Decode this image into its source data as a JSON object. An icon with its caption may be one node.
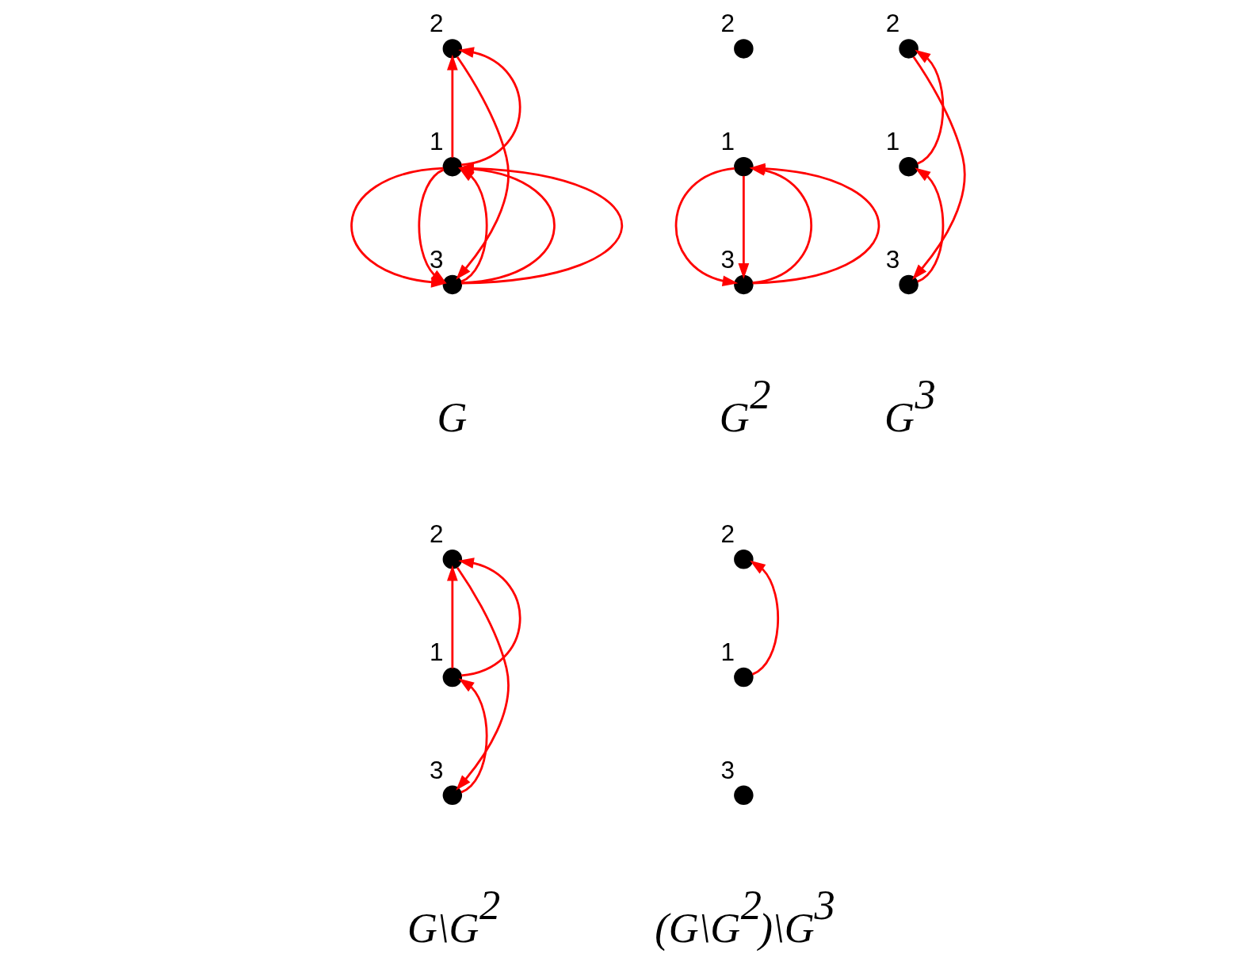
{
  "diagram": {
    "nodes": [
      {
        "text": [],
        "shape": "circle",
        "beside": [
          "2"
        ]
      },
      {
        "text": [],
        "shape": "circle",
        "beside": [
          "1"
        ]
      },
      {
        "text": [],
        "shape": "circle",
        "beside": [
          "3"
        ]
      },
      {
        "text": [],
        "shape": "circle",
        "beside": [
          "2"
        ]
      },
      {
        "text": [],
        "shape": "circle",
        "beside": [
          "1"
        ]
      },
      {
        "text": [],
        "shape": "circle",
        "beside": [
          "3"
        ]
      },
      {
        "text": [],
        "shape": "circle",
        "beside": [
          "2"
        ]
      },
      {
        "text": [],
        "shape": "circle",
        "beside": [
          "1"
        ]
      },
      {
        "text": [],
        "shape": "circle",
        "beside": [
          "3"
        ]
      },
      {
        "text": [],
        "shape": "circle",
        "beside": [
          "2"
        ]
      },
      {
        "text": [],
        "shape": "circle",
        "beside": [
          "1"
        ]
      },
      {
        "text": [],
        "shape": "circle",
        "beside": [
          "3"
        ]
      },
      {
        "text": [],
        "shape": "circle",
        "beside": [
          "2"
        ]
      },
      {
        "text": [],
        "shape": "circle",
        "beside": [
          "1"
        ]
      },
      {
        "text": [],
        "shape": "circle",
        "beside": [
          "3"
        ]
      }
    ],
    "edges": [
      {
        "from": 0,
        "to": 2,
        "arrow": "to"
      },
      {
        "from": 1,
        "to": 0,
        "arrow": "to"
      },
      {
        "from": 1,
        "to": 0,
        "arrow": "to"
      },
      {
        "from": 1,
        "to": 2,
        "arrow": "to"
      },
      {
        "from": 1,
        "to": 2,
        "arrow": "to"
      },
      {
        "from": 2,
        "to": 1,
        "arrow": "to"
      },
      {
        "from": 2,
        "to": 1,
        "arrow": "to"
      },
      {
        "from": 2,
        "to": 1,
        "arrow": "to"
      },
      {
        "from": 4,
        "to": 5,
        "arrow": "to"
      },
      {
        "from": 4,
        "to": 5,
        "arrow": "to"
      },
      {
        "from": 5,
        "to": 4,
        "arrow": "to"
      },
      {
        "from": 5,
        "to": 4,
        "arrow": "to"
      },
      {
        "from": 6,
        "to": 8,
        "arrow": "to"
      },
      {
        "from": 7,
        "to": 6,
        "arrow": "to"
      },
      {
        "from": 8,
        "to": 7,
        "arrow": "to"
      },
      {
        "from": 9,
        "to": 11,
        "arrow": "to"
      },
      {
        "from": 10,
        "to": 9,
        "arrow": "to"
      },
      {
        "from": 10,
        "to": 9,
        "arrow": "to"
      },
      {
        "from": 11,
        "to": 10,
        "arrow": "to"
      },
      {
        "from": 13,
        "to": 12,
        "arrow": "to"
      }
    ],
    "labels": [
      "G",
      "G$^{2}$",
      "G$^{3}$",
      "G\\G$^{2}$",
      "(G\\G$^{2}$)\\G$^{3}$"
    ]
  }
}
